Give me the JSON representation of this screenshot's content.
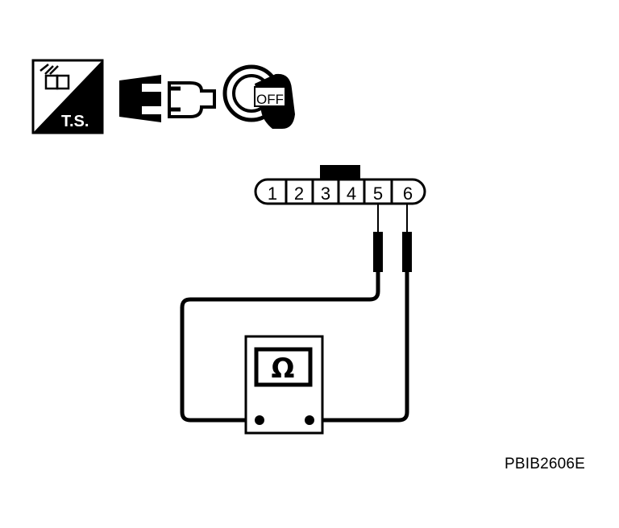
{
  "icons": {
    "tool_badge": {
      "icon": "terminal-service-tool-icon",
      "label": "T.S."
    },
    "connector": {
      "icon": "disconnect-connector-icon"
    },
    "ignition": {
      "icon": "ignition-key-icon",
      "label": "OFF"
    }
  },
  "connector": {
    "pins": [
      "1",
      "2",
      "3",
      "4",
      "5",
      "6"
    ]
  },
  "meter": {
    "icon": "ohmmeter-icon",
    "symbol": "Ω"
  },
  "figure_code": "PBIB2606E",
  "colors": {
    "ink": "#000000",
    "paper": "#ffffff"
  }
}
